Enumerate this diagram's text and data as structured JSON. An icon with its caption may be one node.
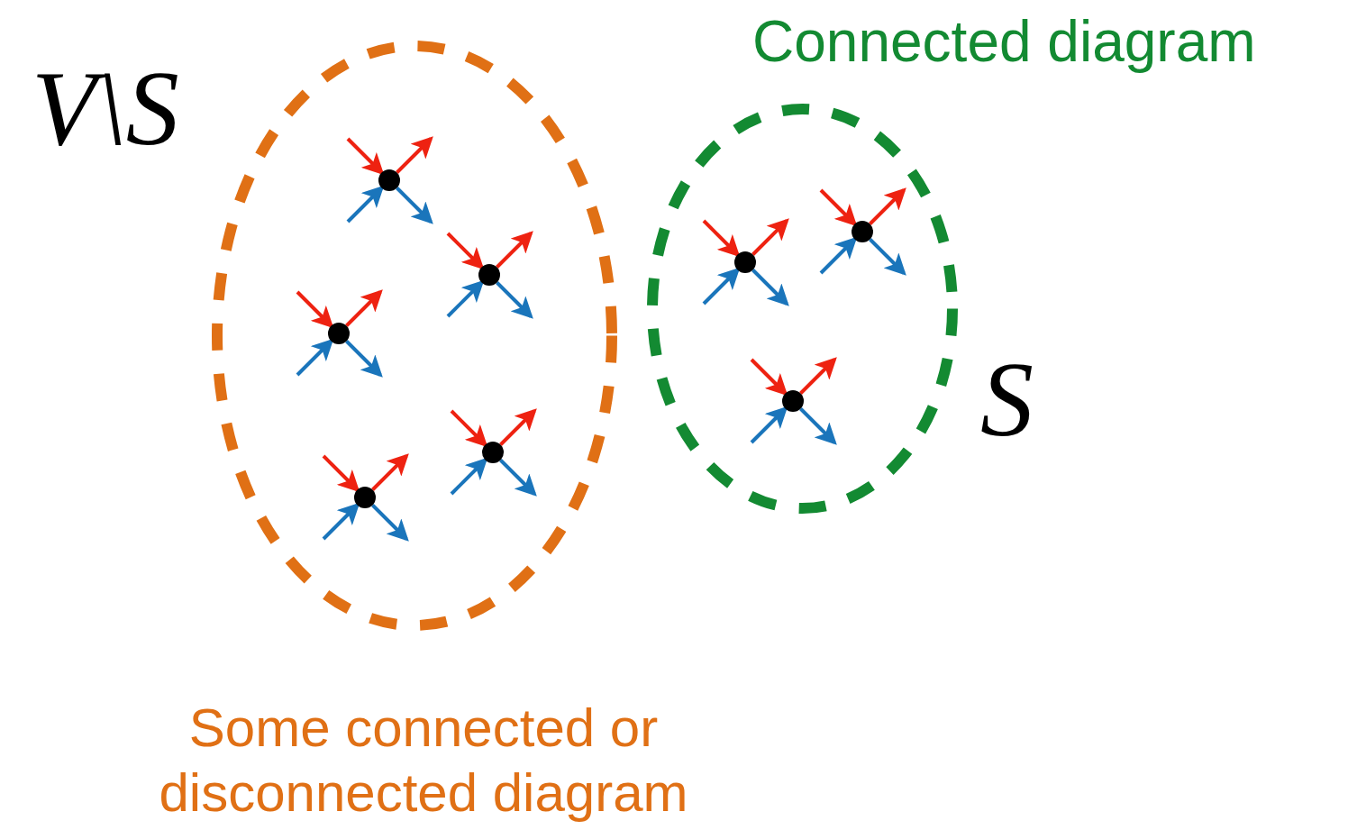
{
  "diagram": {
    "nodes": [
      {
        "text": [],
        "shape": "ellipse",
        "beside": [
          "V\\S",
          "Some connected or disconnected diagram"
        ]
      },
      {
        "text": [],
        "shape": "ellipse",
        "beside": [
          "Connected diagram",
          "S"
        ]
      },
      {
        "text": [],
        "shape": "circle",
        "in": 0
      },
      {
        "text": [],
        "shape": "circle",
        "in": 0
      },
      {
        "text": [],
        "shape": "circle",
        "in": 0
      },
      {
        "text": [],
        "shape": "circle",
        "in": 0
      },
      {
        "text": [],
        "shape": "circle",
        "in": 0
      },
      {
        "text": [],
        "shape": "circle",
        "in": 1
      },
      {
        "text": [],
        "shape": "circle",
        "in": 1
      },
      {
        "text": [],
        "shape": "circle",
        "in": 1
      }
    ],
    "edges": [
      {
        "from": null,
        "to": 2,
        "arrow": "to",
        "color": "#ee2211"
      },
      {
        "from": 2,
        "to": null,
        "arrow": "to",
        "color": "#ee2211"
      },
      {
        "from": null,
        "to": 2,
        "arrow": "to",
        "color": "#1a75bb"
      },
      {
        "from": 2,
        "to": null,
        "arrow": "to",
        "color": "#1a75bb"
      },
      {
        "from": null,
        "to": 3,
        "arrow": "to",
        "color": "#ee2211"
      },
      {
        "from": 3,
        "to": null,
        "arrow": "to",
        "color": "#ee2211"
      },
      {
        "from": null,
        "to": 3,
        "arrow": "to",
        "color": "#1a75bb"
      },
      {
        "from": 3,
        "to": null,
        "arrow": "to",
        "color": "#1a75bb"
      },
      {
        "from": null,
        "to": 4,
        "arrow": "to",
        "color": "#ee2211"
      },
      {
        "from": 4,
        "to": null,
        "arrow": "to",
        "color": "#ee2211"
      },
      {
        "from": null,
        "to": 4,
        "arrow": "to",
        "color": "#1a75bb"
      },
      {
        "from": 4,
        "to": null,
        "arrow": "to",
        "color": "#1a75bb"
      },
      {
        "from": null,
        "to": 5,
        "arrow": "to",
        "color": "#ee2211"
      },
      {
        "from": 5,
        "to": null,
        "arrow": "to",
        "color": "#ee2211"
      },
      {
        "from": null,
        "to": 5,
        "arrow": "to",
        "color": "#1a75bb"
      },
      {
        "from": 5,
        "to": null,
        "arrow": "to",
        "color": "#1a75bb"
      },
      {
        "from": null,
        "to": 6,
        "arrow": "to",
        "color": "#ee2211"
      },
      {
        "from": 6,
        "to": null,
        "arrow": "to",
        "color": "#ee2211"
      },
      {
        "from": null,
        "to": 6,
        "arrow": "to",
        "color": "#1a75bb"
      },
      {
        "from": 6,
        "to": null,
        "arrow": "to",
        "color": "#1a75bb"
      },
      {
        "from": null,
        "to": 7,
        "arrow": "to",
        "color": "#ee2211"
      },
      {
        "from": 7,
        "to": null,
        "arrow": "to",
        "color": "#ee2211"
      },
      {
        "from": null,
        "to": 7,
        "arrow": "to",
        "color": "#1a75bb"
      },
      {
        "from": 7,
        "to": null,
        "arrow": "to",
        "color": "#1a75bb"
      },
      {
        "from": null,
        "to": 8,
        "arrow": "to",
        "color": "#ee2211"
      },
      {
        "from": 8,
        "to": null,
        "arrow": "to",
        "color": "#ee2211"
      },
      {
        "from": null,
        "to": 8,
        "arrow": "to",
        "color": "#1a75bb"
      },
      {
        "from": 8,
        "to": null,
        "arrow": "to",
        "color": "#1a75bb"
      },
      {
        "from": null,
        "to": 9,
        "arrow": "to",
        "color": "#ee2211"
      },
      {
        "from": 9,
        "to": null,
        "arrow": "to",
        "color": "#ee2211"
      },
      {
        "from": null,
        "to": 9,
        "arrow": "to",
        "color": "#1a75bb"
      },
      {
        "from": 9,
        "to": null,
        "arrow": "to",
        "color": "#1a75bb"
      }
    ]
  }
}
